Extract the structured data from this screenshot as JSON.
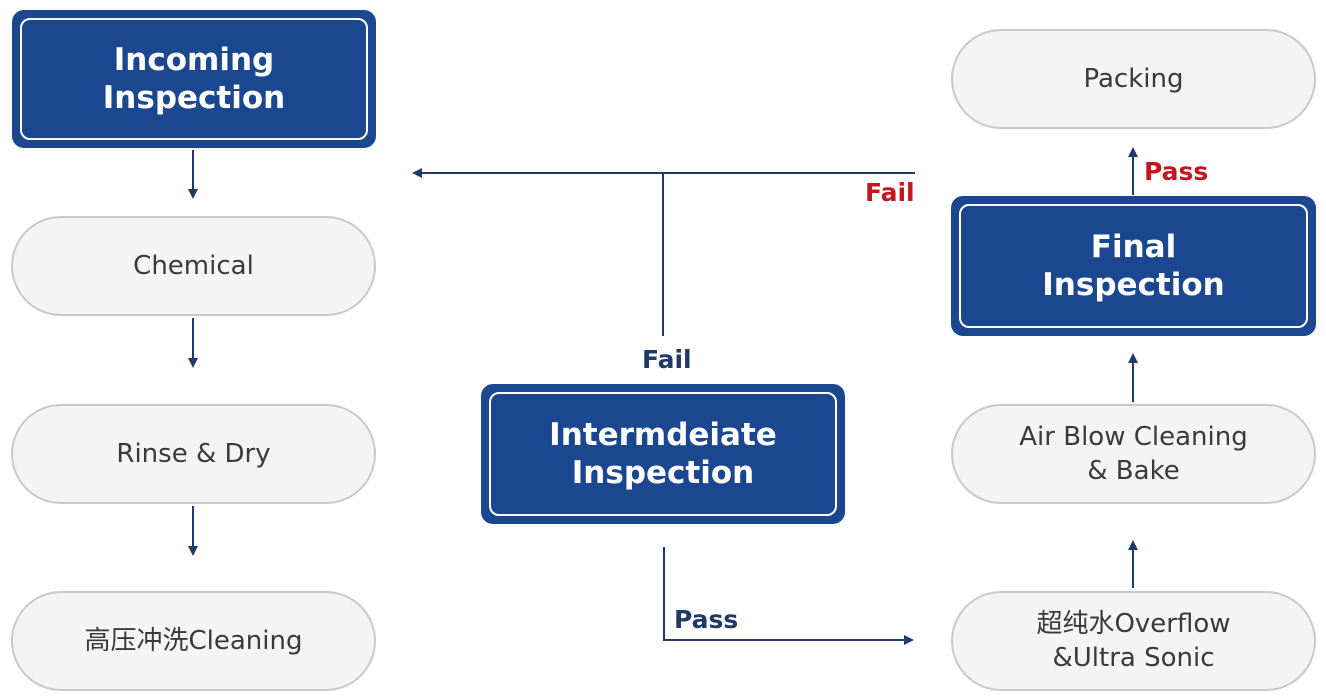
{
  "colors": {
    "primary_box": "#1a4790",
    "pill_fill": "#f4f4f4",
    "pill_border": "#c9c9c9",
    "connector": "#1f3a68",
    "fail_label": "#c8141e",
    "pass_label": "#1f3a68"
  },
  "nodes": {
    "incoming_inspection": "Incoming\nInspection",
    "chemical": "Chemical",
    "rinse_dry": "Rinse & Dry",
    "high_pressure_cleaning": "高压冲洗Cleaning",
    "intermediate_inspection": "Intermdeiate\nInspection",
    "ultrapure_overflow": "超纯水Overflow\n&Ultra Sonic",
    "air_blow_bake": "Air Blow Cleaning\n& Bake",
    "final_inspection": "Final\nInspection",
    "packing": "Packing"
  },
  "labels": {
    "fail_top": "Fail",
    "fail_intermediate": "Fail",
    "pass_intermediate": "Pass",
    "pass_final": "Pass"
  }
}
